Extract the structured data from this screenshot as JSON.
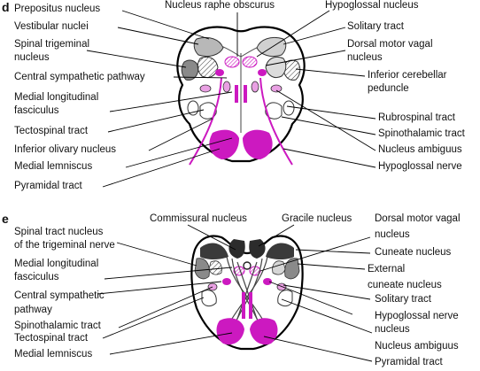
{
  "panel_d": {
    "letter": "d",
    "labels": {
      "prepositus": "Prepositus nucleus",
      "raphe": "Nucleus raphe obscurus",
      "hypoglossal": "Hypoglossal nucleus",
      "vestibular": "Vestibular nuclei",
      "spinal_trig_1": "Spinal trigeminal",
      "spinal_trig_2": "nucleus",
      "central_symp": "Central sympathetic pathway",
      "mlf_1": "Medial longitudinal",
      "mlf_2": "fasciculus",
      "tectospinal": "Tectospinal tract",
      "inf_olivary": "Inferior olivary nucleus",
      "med_lemniscus": "Medial lemniscus",
      "pyramidal": "Pyramidal tract",
      "solitary": "Solitary tract",
      "dmv_1": "Dorsal motor vagal",
      "dmv_2": "nucleus",
      "icp_1": "Inferior cerebellar",
      "icp_2": "peduncle",
      "rubrospinal": "Rubrospinal tract",
      "spinothalamic": "Spinothalamic tract",
      "ambiguus": "Nucleus ambiguus",
      "hypoglossal_nerve": "Hypoglossal nerve"
    }
  },
  "panel_e": {
    "letter": "e",
    "labels": {
      "sptn_1": "Spinal tract nucleus",
      "sptn_2": "of the trigeminal nerve",
      "commissural": "Commissural nucleus",
      "gracile": "Gracile nucleus",
      "dmv_1": "Dorsal motor vagal",
      "dmv_2": "nucleus",
      "mlf_1": "Medial longitudinal",
      "mlf_2": "fasciculus",
      "cuneate": "Cuneate nucleus",
      "ext_cun_1": "External",
      "ext_cun_2": "cuneate nucleus",
      "central_symp_1": "Central sympathetic",
      "central_symp_2": "pathway",
      "solitary": "Solitary tract",
      "spinothalamic": "Spinothalamic tract",
      "tectospinal": "Tectospinal tract",
      "hypoglossal_nn_1": "Hypoglossal nerve",
      "hypoglossal_nn_2": "nucleus",
      "ambiguus": "Nucleus ambiguus",
      "med_lemniscus": "Medial lemniscus",
      "pyramidal": "Pyramidal tract"
    }
  },
  "colors": {
    "magenta": "#cc19c0",
    "light_magenta": "#e9a0e3",
    "gray_dark": "#3a3a3a",
    "gray_mid": "#8a8a8a",
    "gray_light": "#c8c8c8"
  }
}
